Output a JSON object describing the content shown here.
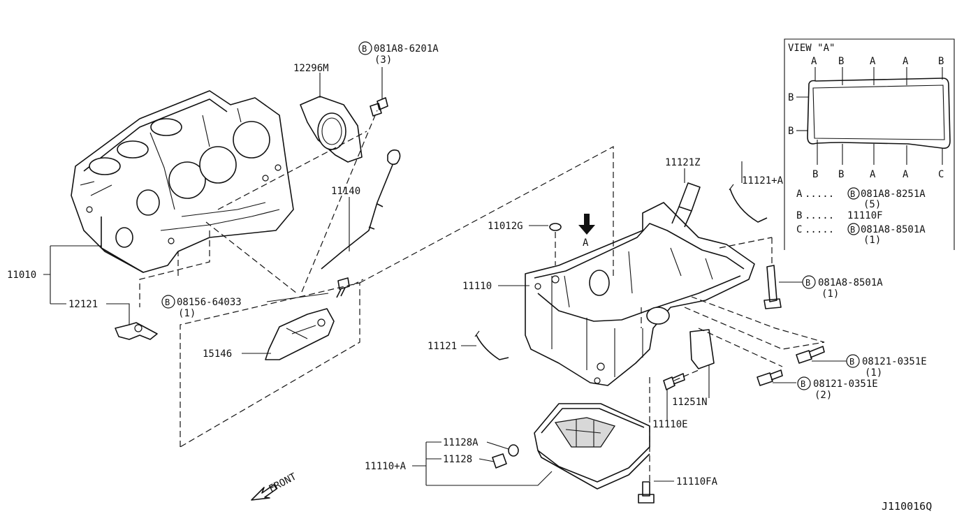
{
  "diagram_code": "J110016Q",
  "view_box": {
    "title": "VIEW \"A\"",
    "top_letters": [
      "A",
      "B",
      "A",
      "A",
      "B"
    ],
    "left_letters": [
      "B",
      "B"
    ],
    "bottom_letters": [
      "B",
      "B",
      "A",
      "A",
      "C"
    ],
    "legend": [
      {
        "key": "A",
        "dots": ".....",
        "bolt": "B",
        "part": "081A8-8251A",
        "qty": "(5)"
      },
      {
        "key": "B",
        "dots": ".....",
        "part": "11110F"
      },
      {
        "key": "C",
        "dots": ".....",
        "bolt": "B",
        "part": "081A8-8501A",
        "qty": "(1)"
      }
    ]
  },
  "callouts": [
    {
      "id": "081A8-6201A-top",
      "bolt": "B",
      "part": "081A8-6201A",
      "qty": "(3)"
    },
    {
      "id": "12296M",
      "part": "12296M"
    },
    {
      "id": "11140",
      "part": "11140"
    },
    {
      "id": "11010",
      "part": "11010"
    },
    {
      "id": "12121",
      "part": "12121"
    },
    {
      "id": "08156-64033",
      "bolt": "B",
      "part": "08156-64033",
      "qty": "(1)"
    },
    {
      "id": "15146",
      "part": "15146"
    },
    {
      "id": "11012G",
      "part": "11012G"
    },
    {
      "id": "view-arrow-a",
      "part": "A"
    },
    {
      "id": "11121Z",
      "part": "11121Z"
    },
    {
      "id": "11121+A",
      "part": "11121+A"
    },
    {
      "id": "11110",
      "part": "11110"
    },
    {
      "id": "081A8-8501A",
      "bolt": "B",
      "part": "081A8-8501A",
      "qty": "(1)"
    },
    {
      "id": "11121",
      "part": "11121"
    },
    {
      "id": "08121-0351E-1",
      "bolt": "B",
      "part": "08121-0351E",
      "qty": "(1)"
    },
    {
      "id": "08121-0351E-2",
      "bolt": "B",
      "part": "08121-0351E",
      "qty": "(2)"
    },
    {
      "id": "11251N",
      "part": "11251N"
    },
    {
      "id": "11110E",
      "part": "11110E"
    },
    {
      "id": "11128A",
      "part": "11128A"
    },
    {
      "id": "11128",
      "part": "11128"
    },
    {
      "id": "11110+A",
      "part": "11110+A"
    },
    {
      "id": "11110FA",
      "part": "11110FA"
    }
  ],
  "front_label": "FRONT"
}
